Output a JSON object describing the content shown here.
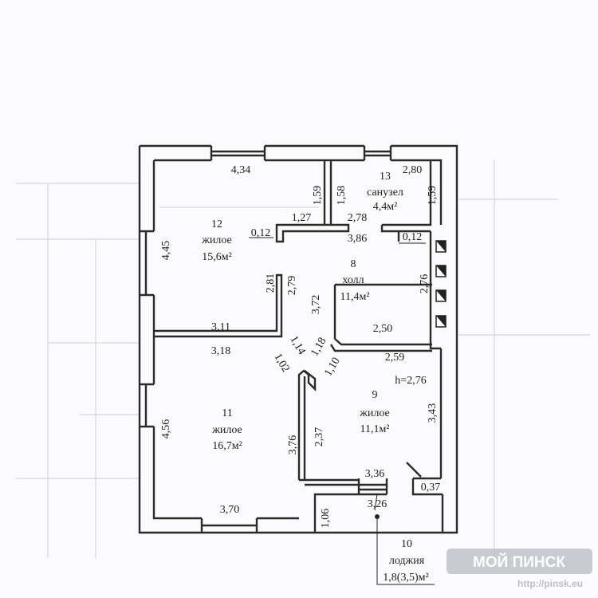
{
  "rooms": {
    "r12": {
      "num": "12",
      "name": "жилое",
      "area": "15,6м²"
    },
    "r13": {
      "num": "13",
      "name": "санузел",
      "area": "4,4м²"
    },
    "r8": {
      "num": "8",
      "name": "холл",
      "area": "11,4м²"
    },
    "r11": {
      "num": "11",
      "name": "жилое",
      "area": "16,7м²"
    },
    "r9": {
      "num": "9",
      "name": "жилое",
      "area": "11,1м²"
    },
    "r10": {
      "num": "10",
      "name": "лоджия",
      "area": "1,8(3,5)м²"
    }
  },
  "height": "h=2,76",
  "dims": [
    "4,34",
    "1,59",
    "1,58",
    "2,80",
    "1,59",
    "1,27",
    "2,78",
    "0,12",
    "3,86",
    "0,12",
    "4,45",
    "2,81",
    "2,79",
    "3,72",
    "2,76",
    "3,11",
    "2,50",
    "3,18",
    "1,14",
    "1,18",
    "1,02",
    "1,10",
    "2,59",
    "4,56",
    "3,43",
    "3,76",
    "2,37",
    "3,36",
    "0,37",
    "3,26",
    "3,70",
    "1,06"
  ],
  "watermark": {
    "logo": "МОЙ ПИНСК",
    "url": "http://pinsk.eu"
  }
}
